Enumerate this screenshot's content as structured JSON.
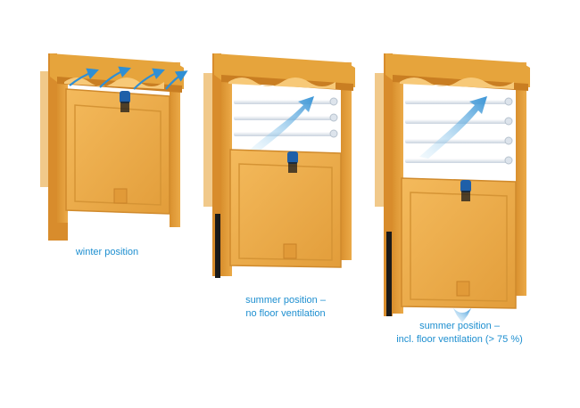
{
  "colors": {
    "frame": "#E6A43C",
    "frame_dark": "#C97E22",
    "frame_light": "#F2BE62",
    "flap": "#EFAE4C",
    "side_panel": "#F1C98A",
    "rod": "#E4EAF2",
    "airflow": "#2F8FD4",
    "handle": "#1F5FA8",
    "seal": "#1A1A1A",
    "caption": "#1E8FD0"
  },
  "icons": {
    "airflow": "airflow-arrow-icon",
    "handle": "flap-handle-icon"
  },
  "captions": {
    "winter": [
      "winter position"
    ],
    "summer": [
      "summer position –",
      "no floor ventilation"
    ],
    "summer_floor": [
      "summer position –",
      "incl. floor ventilation (> 75 %)"
    ]
  }
}
